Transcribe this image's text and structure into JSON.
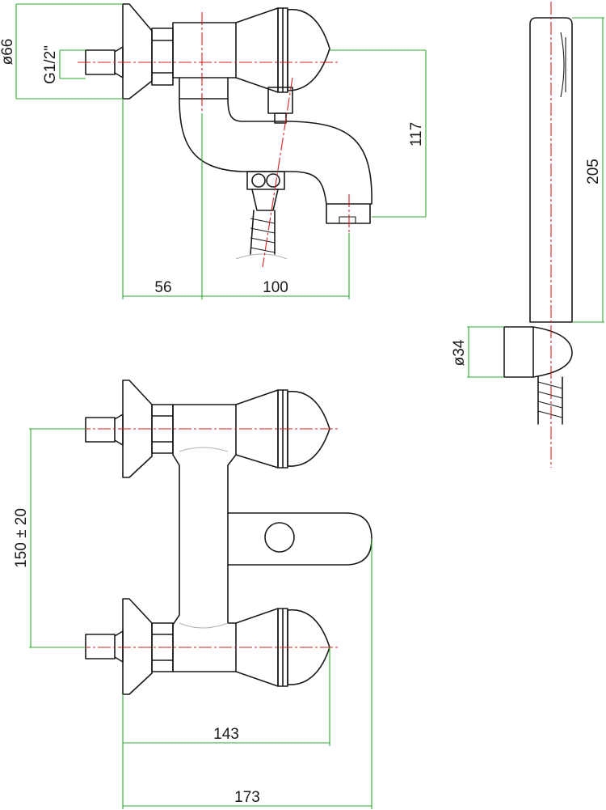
{
  "colors": {
    "outline": "#1a1a1a",
    "dimension": "#2ea82e",
    "centerline": "#d42020",
    "hatch": "#9a9a9a"
  },
  "dimensions": {
    "d66": "ø66",
    "g12": "G1/2\"",
    "d117": "117",
    "d56": "56",
    "d100": "100",
    "d205": "205",
    "d34": "ø34",
    "d150": "150 ± 20",
    "d143": "143",
    "d173": "173"
  }
}
